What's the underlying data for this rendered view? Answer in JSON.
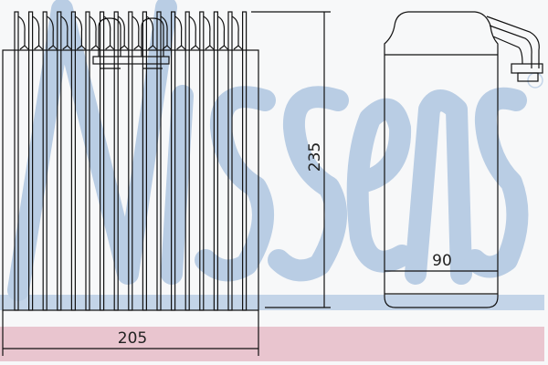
{
  "watermark": {
    "brand": "Nissens",
    "registered_mark": "®",
    "color": "#b9cde4",
    "band_color": "#e9c5cf"
  },
  "dimensions": {
    "width": "205",
    "height": "235",
    "depth": "90"
  }
}
